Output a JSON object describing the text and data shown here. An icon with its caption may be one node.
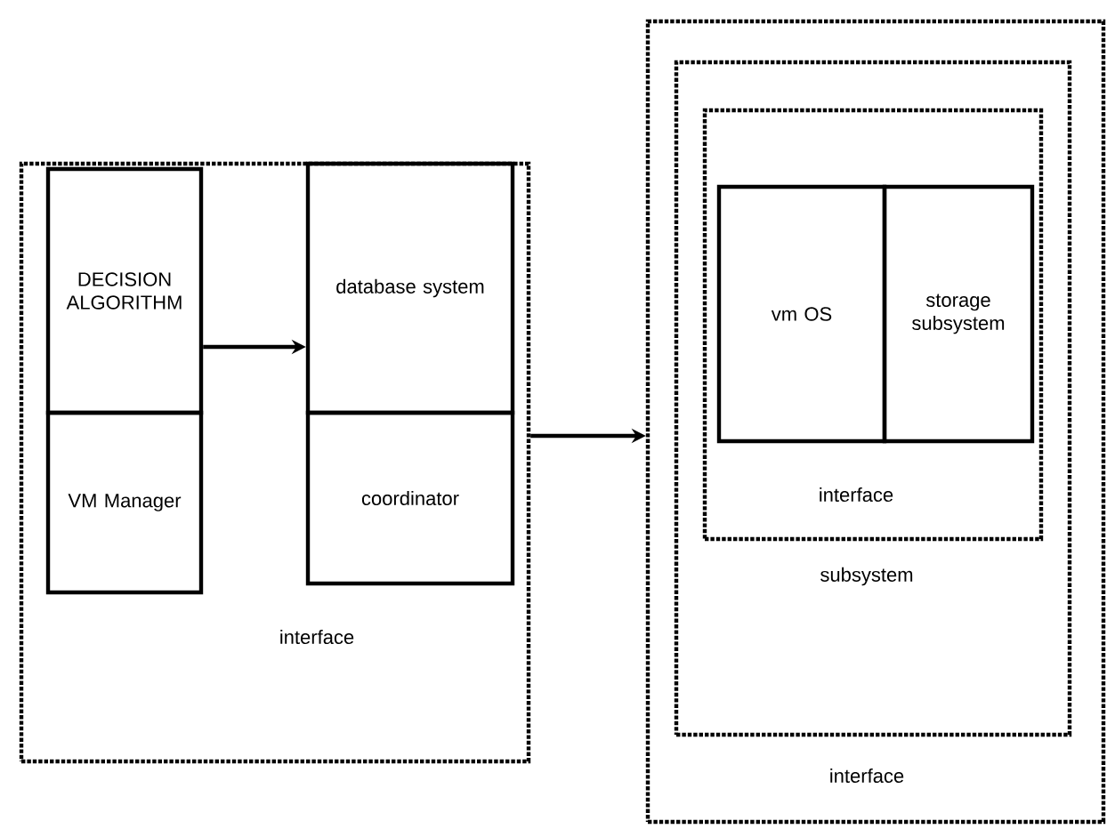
{
  "diagram": {
    "nodes": [
      {
        "text": [
          "interface"
        ]
      },
      {
        "text": [
          "DECISION ALGORITHM"
        ],
        "in": 0
      },
      {
        "text": [
          "VM Manager"
        ],
        "in": 0
      },
      {
        "text": [
          "database system"
        ],
        "in": 0
      },
      {
        "text": [
          "coordinator"
        ],
        "in": 0
      },
      {
        "text": [
          "interface"
        ]
      },
      {
        "text": [
          "subsystem"
        ],
        "in": 5
      },
      {
        "text": [
          "interface"
        ],
        "in": 6
      },
      {
        "text": [
          "vm OS"
        ],
        "in": 7
      },
      {
        "text": [
          "storage subsystem"
        ],
        "in": 7
      }
    ],
    "edges": [
      {
        "from": 1,
        "to": 3,
        "arrow": "to"
      },
      {
        "from": 0,
        "to": 5,
        "arrow": "to"
      }
    ]
  }
}
